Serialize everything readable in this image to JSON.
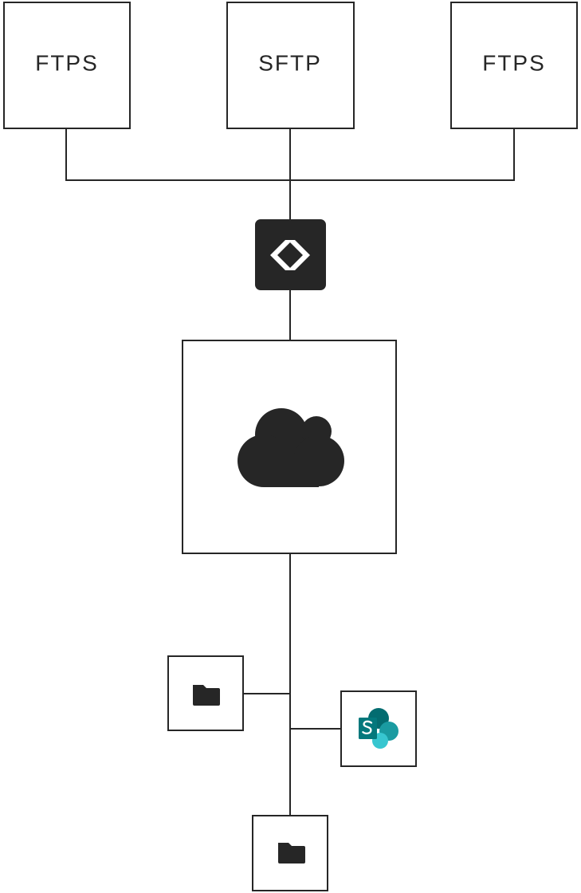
{
  "diagram": {
    "protocols": [
      {
        "label": "FTPS"
      },
      {
        "label": "SFTP"
      },
      {
        "label": "FTPS"
      }
    ],
    "gateway": {
      "icon": "gateway-diamond-icon",
      "color": "#262626"
    },
    "cloud": {
      "icon": "cloud-icon",
      "color": "#262626"
    },
    "destinations": [
      {
        "icon": "folder-icon"
      },
      {
        "icon": "sharepoint-icon"
      },
      {
        "icon": "folder-icon"
      }
    ]
  },
  "colors": {
    "line": "#262626",
    "icon": "#262626",
    "sharepoint_dark": "#036C70",
    "sharepoint_mid": "#1A9BA1",
    "sharepoint_light": "#37C6D0"
  }
}
